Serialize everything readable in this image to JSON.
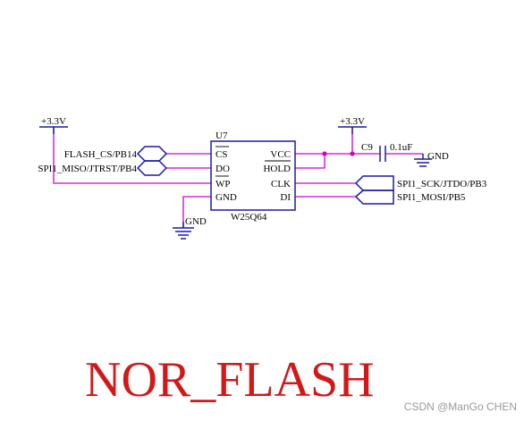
{
  "colors": {
    "wire": "#d000d0",
    "symbol": "#1a1aa6",
    "title": "#d01a1a",
    "watermark": "#9a9a9a",
    "text": "#000000"
  },
  "chip": {
    "ref": "U7",
    "part": "W25Q64",
    "left_pins": [
      "CS",
      "DO",
      "WP",
      "GND"
    ],
    "right_pins": [
      "VCC",
      "HOLD",
      "CLK",
      "DI"
    ]
  },
  "power": {
    "left_rail": "+3.3V",
    "right_rail": "+3.3V",
    "gnd_bottom": "GND",
    "gnd_cap": "GND"
  },
  "capacitor": {
    "ref": "C9",
    "value": "0.1uF"
  },
  "nets": {
    "cs": "FLASH_CS/PB14",
    "miso": "SPI1_MISO/JTRST/PB4",
    "sck": "SPI1_SCK/JTDO/PB3",
    "mosi": "SPI1_MOSI/PB5"
  },
  "title": "NOR_FLASH",
  "watermark": "CSDN @ManGo CHEN"
}
